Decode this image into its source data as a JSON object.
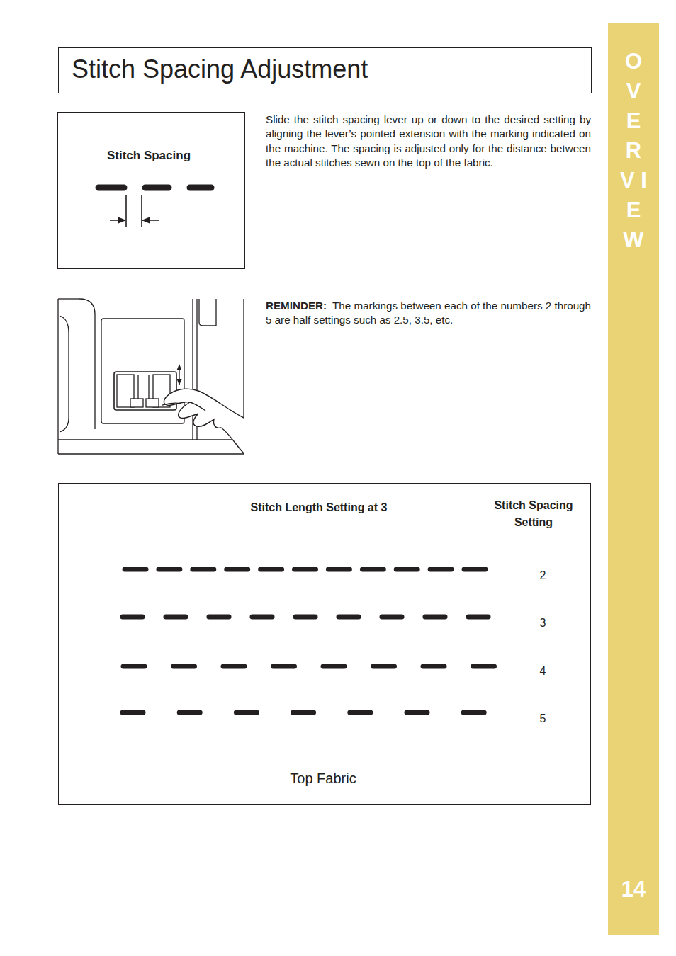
{
  "diagram": {
    "title": "Stitch Spacing Adjustment",
    "nodes": [
      {
        "text": [
          "O V E R V I E W",
          "14"
        ]
      },
      {
        "text": [
          "Stitch Spacing"
        ]
      },
      {
        "text": [
          "Stitch Length Setting at 3",
          "Stitch Spacing Setting",
          "2",
          "3",
          "4",
          "5",
          "Top Fabric"
        ]
      }
    ],
    "labels": [
      "Slide the stitch spacing lever up or down to the desired setting by aligning the lever’s pointed extension with the marking indicated on the machine. The spacing is adjusted only for the distance between the actual stitches sewn on the top of the fabric.",
      "REMINDER:",
      "The markings between each of the numbers 2 through 5 are half settings such as 2.5, 3.5, etc."
    ]
  }
}
